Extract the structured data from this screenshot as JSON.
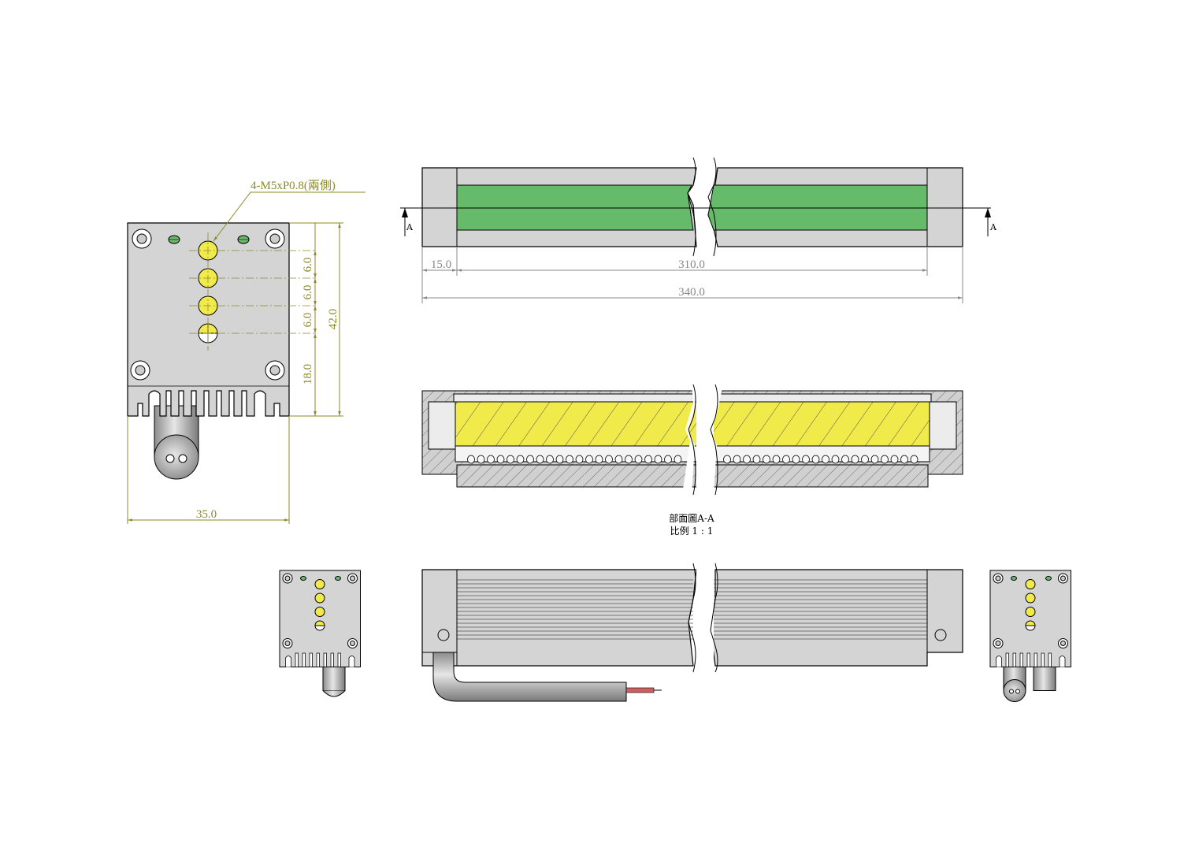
{
  "callout": {
    "thread_spec": "4-M5xP0.8(兩側)"
  },
  "dimensions": {
    "end_offset": "15.0",
    "emitting_length": "310.0",
    "overall_length": "340.0",
    "pitch_1": "6.0",
    "pitch_2": "6.0",
    "pitch_3": "6.0",
    "height": "42.0",
    "lower_offset": "18.0",
    "width": "35.0"
  },
  "section_marker": {
    "left": "A",
    "right": "A"
  },
  "section_caption": {
    "title": "部面圖A-A",
    "scale": "比例 1 : 1"
  },
  "colors": {
    "body": "#d4d4d4",
    "emitter": "#66bb6a",
    "led": "#f0eb4a",
    "dimension": "#8a8a2a",
    "outline": "#000000"
  }
}
